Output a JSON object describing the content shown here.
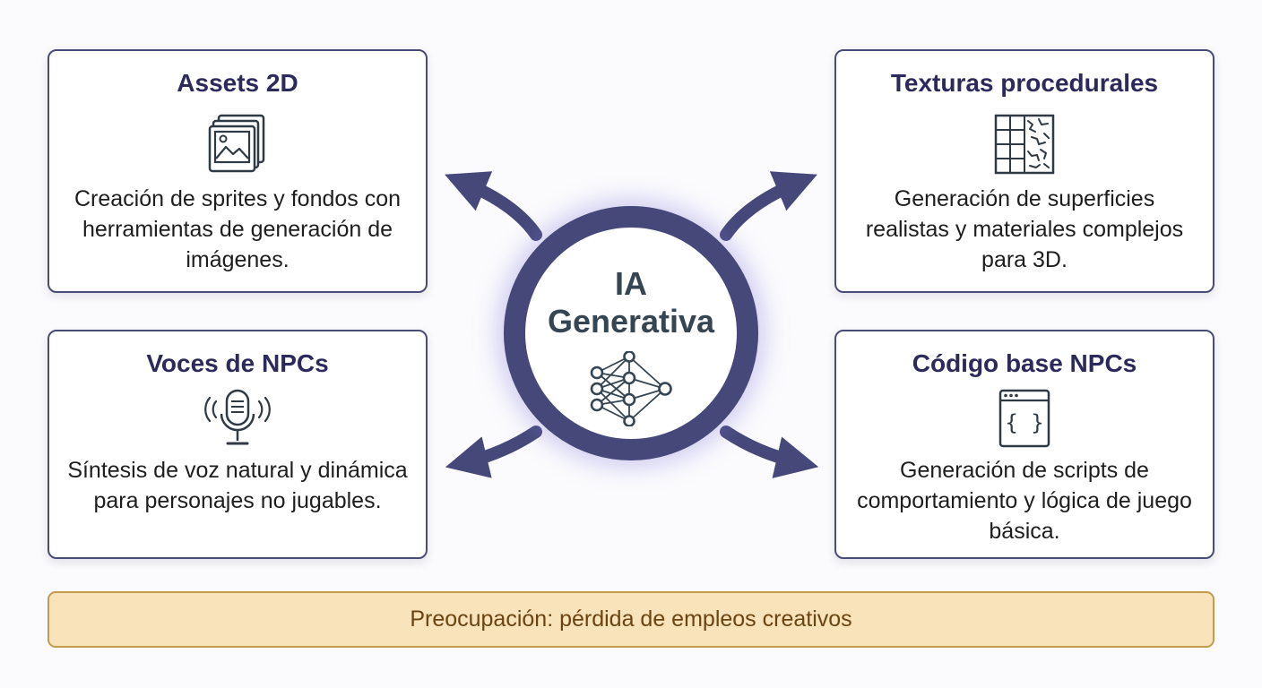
{
  "hub": {
    "line1": "IA",
    "line2": "Generativa",
    "icon": "neural-network-icon"
  },
  "cards": {
    "top_left": {
      "title": "Assets 2D",
      "icon": "image-gallery-icon",
      "desc": "Creación de sprites y fondos con herramientas de generación de imágenes."
    },
    "top_right": {
      "title": "Texturas procedurales",
      "icon": "texture-grid-icon",
      "desc": "Generación de superficies realistas y materiales complejos para 3D."
    },
    "bottom_left": {
      "title": "Voces de NPCs",
      "icon": "microphone-icon",
      "desc": "Síntesis de voz natural y dinámica para personajes no jugables."
    },
    "bottom_right": {
      "title": "Código base NPCs",
      "icon": "code-window-icon",
      "desc": "Generación de scripts de comportamiento y lógica de juego básica."
    }
  },
  "banner": {
    "text": "Preocupación: pérdida de empleos creativos"
  },
  "colors": {
    "primary": "#454879",
    "banner_bg": "#f8e3ba",
    "banner_border": "#c49a4e",
    "banner_text": "#6a4412"
  }
}
